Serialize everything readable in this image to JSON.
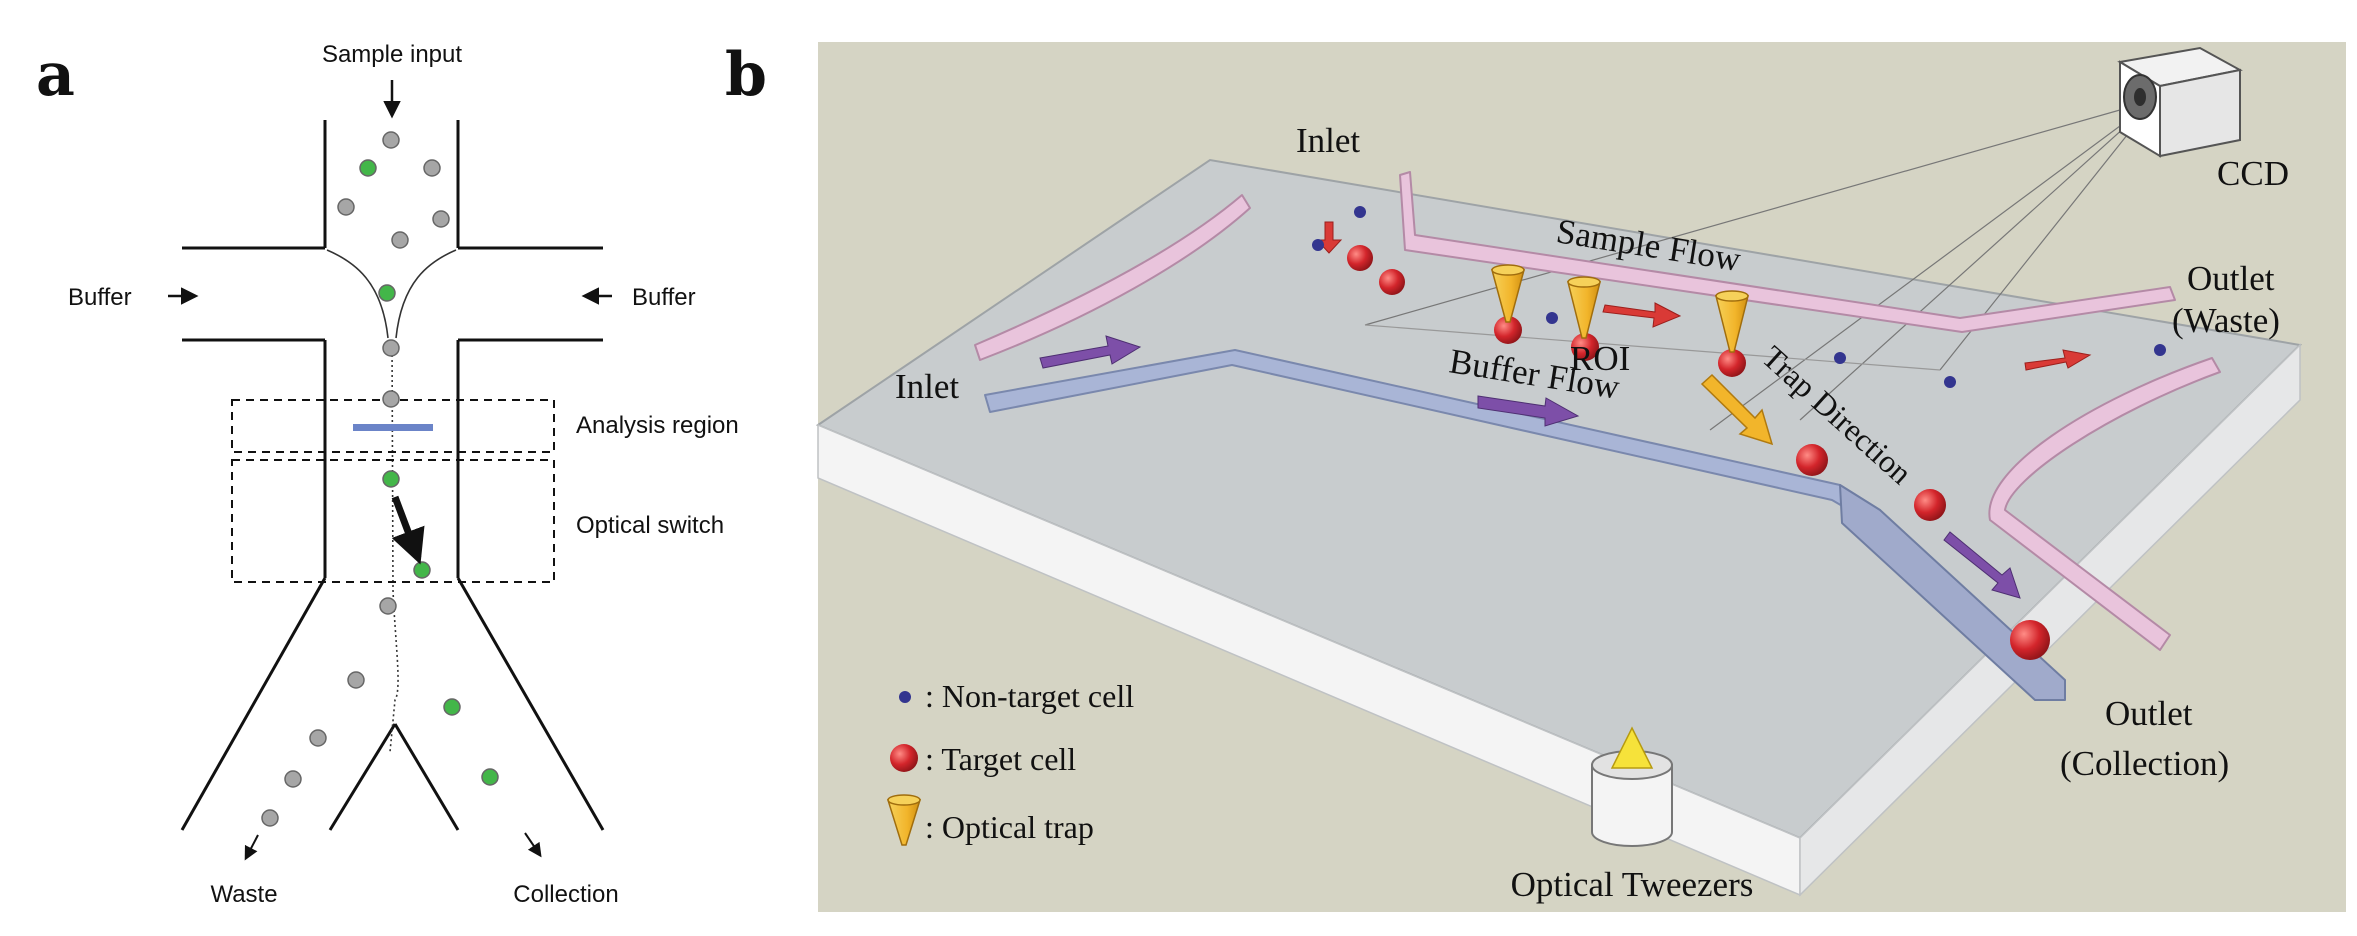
{
  "panel_a": {
    "letter": "a",
    "labels": {
      "sample_input": "Sample input",
      "buffer_left": "Buffer",
      "buffer_right": "Buffer",
      "analysis_region": "Analysis region",
      "optical_switch": "Optical switch",
      "waste": "Waste",
      "collection": "Collection"
    },
    "colors": {
      "target_cell": "#43b649",
      "other_cell": "#a6a6a6",
      "detector_bar": "#6b84c8"
    }
  },
  "panel_b": {
    "letter": "b",
    "labels": {
      "inlet_top": "Inlet",
      "inlet_left": "Inlet",
      "ccd": "CCD",
      "sample_flow": "Sample Flow",
      "buffer_flow": "Buffer Flow",
      "roi": "ROI",
      "trap_direction": "Trap Direction",
      "outlet_waste_1": "Outlet",
      "outlet_waste_2": "(Waste)",
      "outlet_collection_1": "Outlet",
      "outlet_collection_2": "(Collection)",
      "optical_tweezers": "Optical Tweezers"
    },
    "legend": [
      {
        "symbol": "blue-dot",
        "text": ": Non-target cell"
      },
      {
        "symbol": "red-sphere",
        "text": ": Target cell"
      },
      {
        "symbol": "yellow-cone",
        "text": ": Optical trap"
      }
    ],
    "colors": {
      "background": "#d5d4c4",
      "chip_top": "#c8ccce",
      "target_cell": "#d3252b",
      "non_target_cell": "#33358f",
      "optical_trap": "#f2b52b",
      "sample_channel_wall": "#e9c4dc",
      "buffer_channel_wall": "#a9b5d6",
      "flow_arrow_sample": "#d93a36",
      "flow_arrow_buffer": "#7d4fa8"
    }
  }
}
